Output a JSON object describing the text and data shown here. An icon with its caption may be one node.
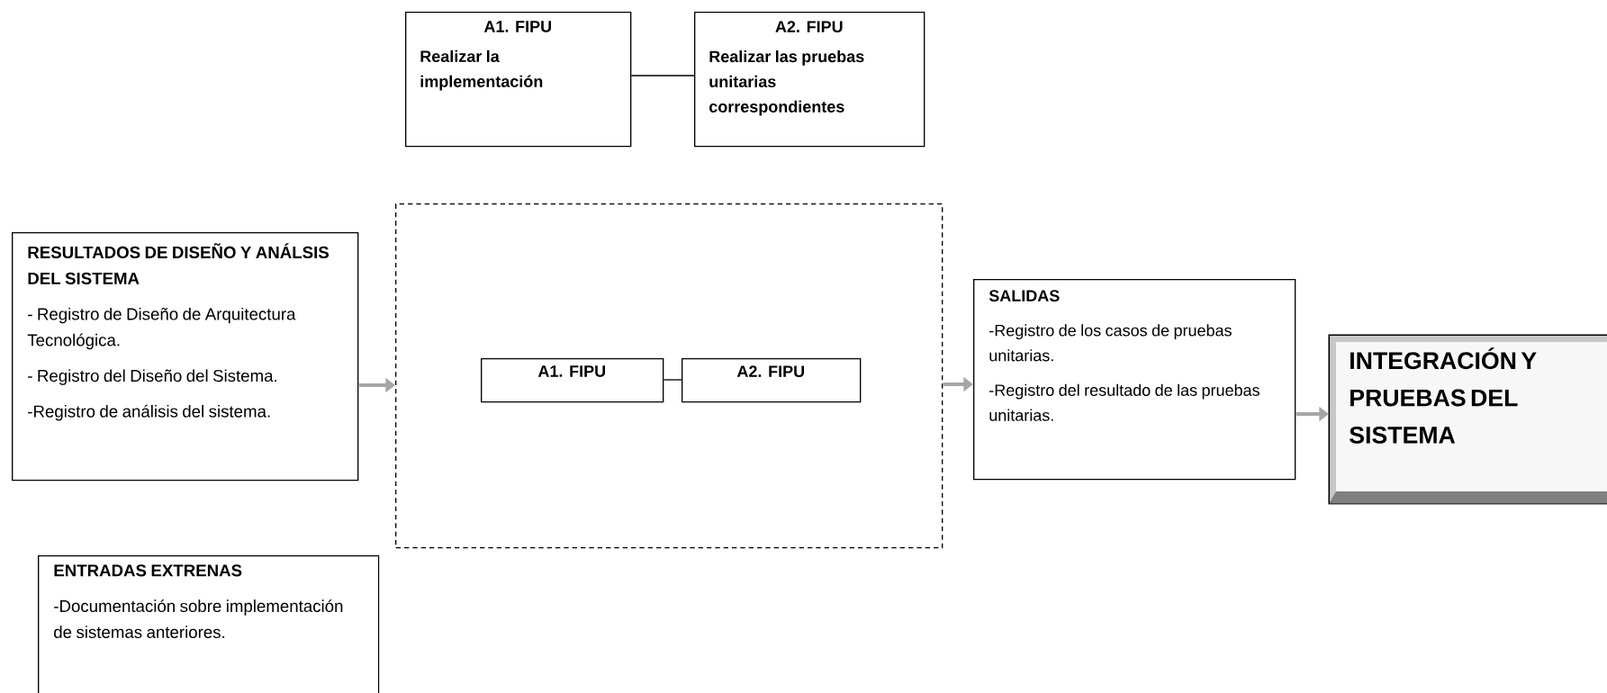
{
  "diagram": {
    "nodes": [
      {
        "text": [
          "A1. FIPU",
          "Realizar la implementación"
        ]
      },
      {
        "text": [
          "A2. FIPU",
          "Realizar las pruebas unitarias correspondientes"
        ]
      },
      {
        "text": [
          "RESULTADOS DE DISEÑO Y ANÁLSIS DEL SISTEMA",
          "- Registro de Diseño de Arquitectura Tecnológica.",
          "- Registro del Diseño del Sistema.",
          "-Registro de análisis del sistema."
        ]
      },
      {
        "text": [],
        "shape": "box"
      },
      {
        "text": [
          "A1. FIPU"
        ],
        "in": 3
      },
      {
        "text": [
          "A2. FIPU"
        ],
        "in": 3
      },
      {
        "text": [
          "SALIDAS",
          "-Registro de los casos de pruebas unitarias.",
          "-Registro del resultado de las pruebas unitarias."
        ]
      },
      {
        "text": [
          "INTEGRACIÓN Y PRUEBAS DEL SISTEMA"
        ]
      },
      {
        "text": [
          "ENTRADAS EXTRENAS",
          "-Documentación sobre implementación de sistemas anteriores."
        ]
      }
    ],
    "edges": [
      {
        "from": 0,
        "to": 1,
        "arrow": "none",
        "color": "#000000"
      },
      {
        "from": 2,
        "to": 3,
        "arrow": "to"
      },
      {
        "from": 4,
        "to": 5,
        "arrow": "none",
        "color": "#000000"
      },
      {
        "from": 3,
        "to": 6,
        "arrow": "to"
      },
      {
        "from": 6,
        "to": 7,
        "arrow": "to"
      }
    ]
  }
}
